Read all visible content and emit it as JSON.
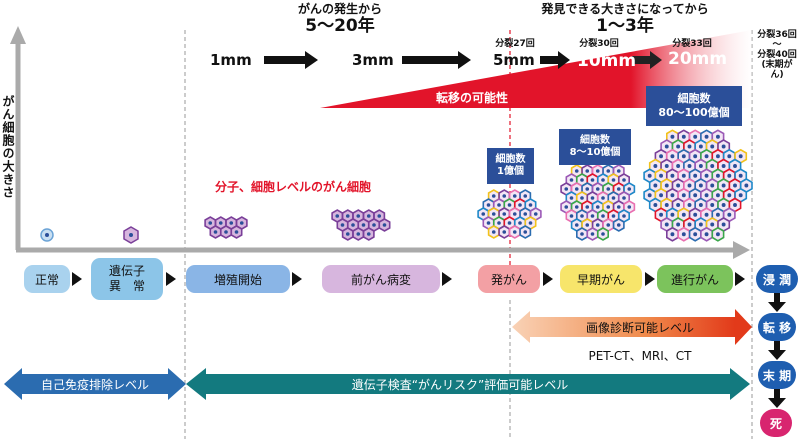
{
  "header": {
    "onset_label": "がんの発生から",
    "onset_years": "5～20年",
    "detect_label": "発見できる大きさになってから",
    "detect_years": "1～3年"
  },
  "y_axis_label": "がん細胞の大きさ",
  "sizes": [
    "1mm",
    "3mm",
    "5mm",
    "10mm",
    "20mm"
  ],
  "divisions": {
    "d27": "分裂27回",
    "d30": "分裂30回",
    "d33": "分裂33回",
    "d36_40": [
      "分裂36回",
      "～",
      "分裂40回",
      "(末期がん)"
    ]
  },
  "metastasis_label": "転移の可能性",
  "molecular_label": "分子、細胞レベルのがん細胞",
  "cell_counts": {
    "c1": [
      "細胞数",
      "1億個"
    ],
    "c2": [
      "細胞数",
      "8～10億個"
    ],
    "c3": [
      "細胞数",
      "80～100億個"
    ]
  },
  "stages": [
    "正常",
    "遺伝子",
    "異　常",
    "増殖開始",
    "前がん病変",
    "発がん",
    "早期がん",
    "進行がん"
  ],
  "terminal": [
    "浸 潤",
    "転 移",
    "末 期",
    "死"
  ],
  "imaging": {
    "label": "画像診断可能レベル",
    "methods": "PET-CT、MRI、CT"
  },
  "immune_label": "自己免疫排除レベル",
  "gene_test_label": "遺伝子検査“がんリスク”評価可能レベル",
  "colors": {
    "stage_normal": "#a9d2ee",
    "stage_gene": "#8cc5e8",
    "stage_prolif": "#8ab5e6",
    "stage_precancer": "#d7b6de",
    "stage_onset": "#f3a0a4",
    "stage_early": "#f7e56b",
    "stage_advanced": "#7cc35c",
    "terminal": "#1e5eb0",
    "death": "#d8256f",
    "immune_arrow": "#2b6cb0",
    "gene_arrow": "#137a7f",
    "metastasis": "#e2142a",
    "cell_box": "#2b4f99"
  }
}
